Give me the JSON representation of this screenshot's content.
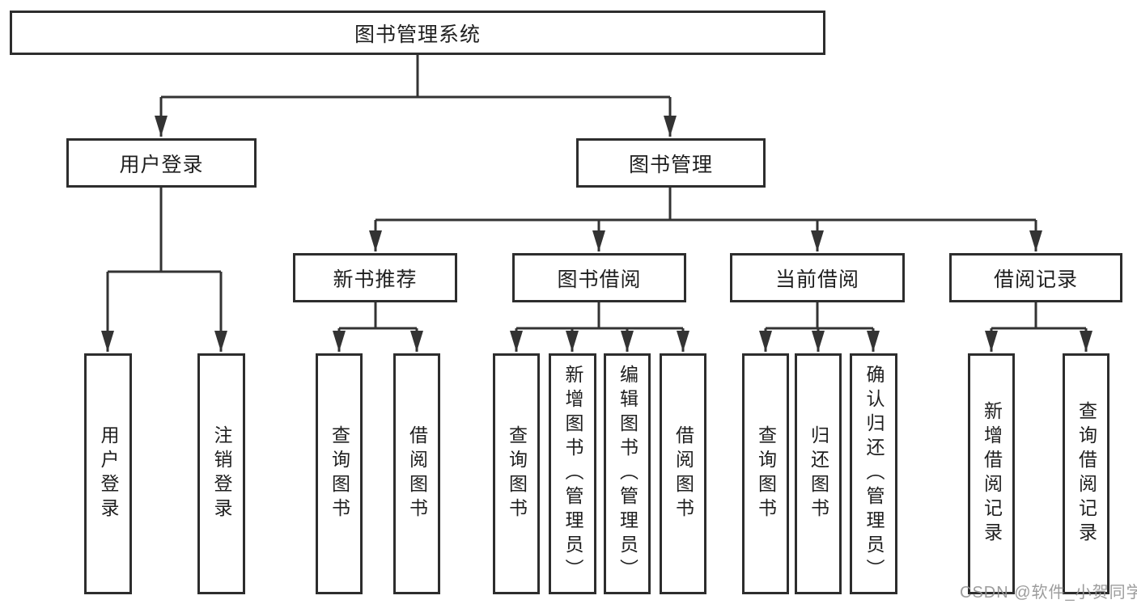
{
  "diagram_title": "图书管理系统",
  "tree": {
    "root": {
      "label": "图书管理系统"
    },
    "level2": [
      {
        "label": "用户登录"
      },
      {
        "label": "图书管理"
      }
    ],
    "level3": [
      {
        "label": "新书推荐",
        "parent": "图书管理"
      },
      {
        "label": "图书借阅",
        "parent": "图书管理"
      },
      {
        "label": "当前借阅",
        "parent": "图书管理"
      },
      {
        "label": "借阅记录",
        "parent": "图书管理"
      }
    ],
    "leaves": [
      {
        "label": "用户登录",
        "parent": "用户登录"
      },
      {
        "label": "注销登录",
        "parent": "用户登录"
      },
      {
        "label": "查询图书",
        "parent": "新书推荐"
      },
      {
        "label": "借阅图书",
        "parent": "新书推荐"
      },
      {
        "label": "查询图书",
        "parent": "图书借阅"
      },
      {
        "label": "新增图书（管理员）",
        "parent": "图书借阅"
      },
      {
        "label": "编辑图书（管理员）",
        "parent": "图书借阅"
      },
      {
        "label": "借阅图书",
        "parent": "图书借阅"
      },
      {
        "label": "查询图书",
        "parent": "当前借阅"
      },
      {
        "label": "归还图书",
        "parent": "当前借阅"
      },
      {
        "label": "确认归还（管理员）",
        "parent": "当前借阅"
      },
      {
        "label": "新增借阅记录",
        "parent": "借阅记录"
      },
      {
        "label": "查询借阅记录",
        "parent": "借阅记录"
      }
    ]
  },
  "watermark": "CSDN @软件_小贺同学",
  "colors": {
    "line": "#333333",
    "box_border": "#2d2d2d",
    "text": "#1f1f1f",
    "watermark": "#949494",
    "background": "#ffffff"
  }
}
